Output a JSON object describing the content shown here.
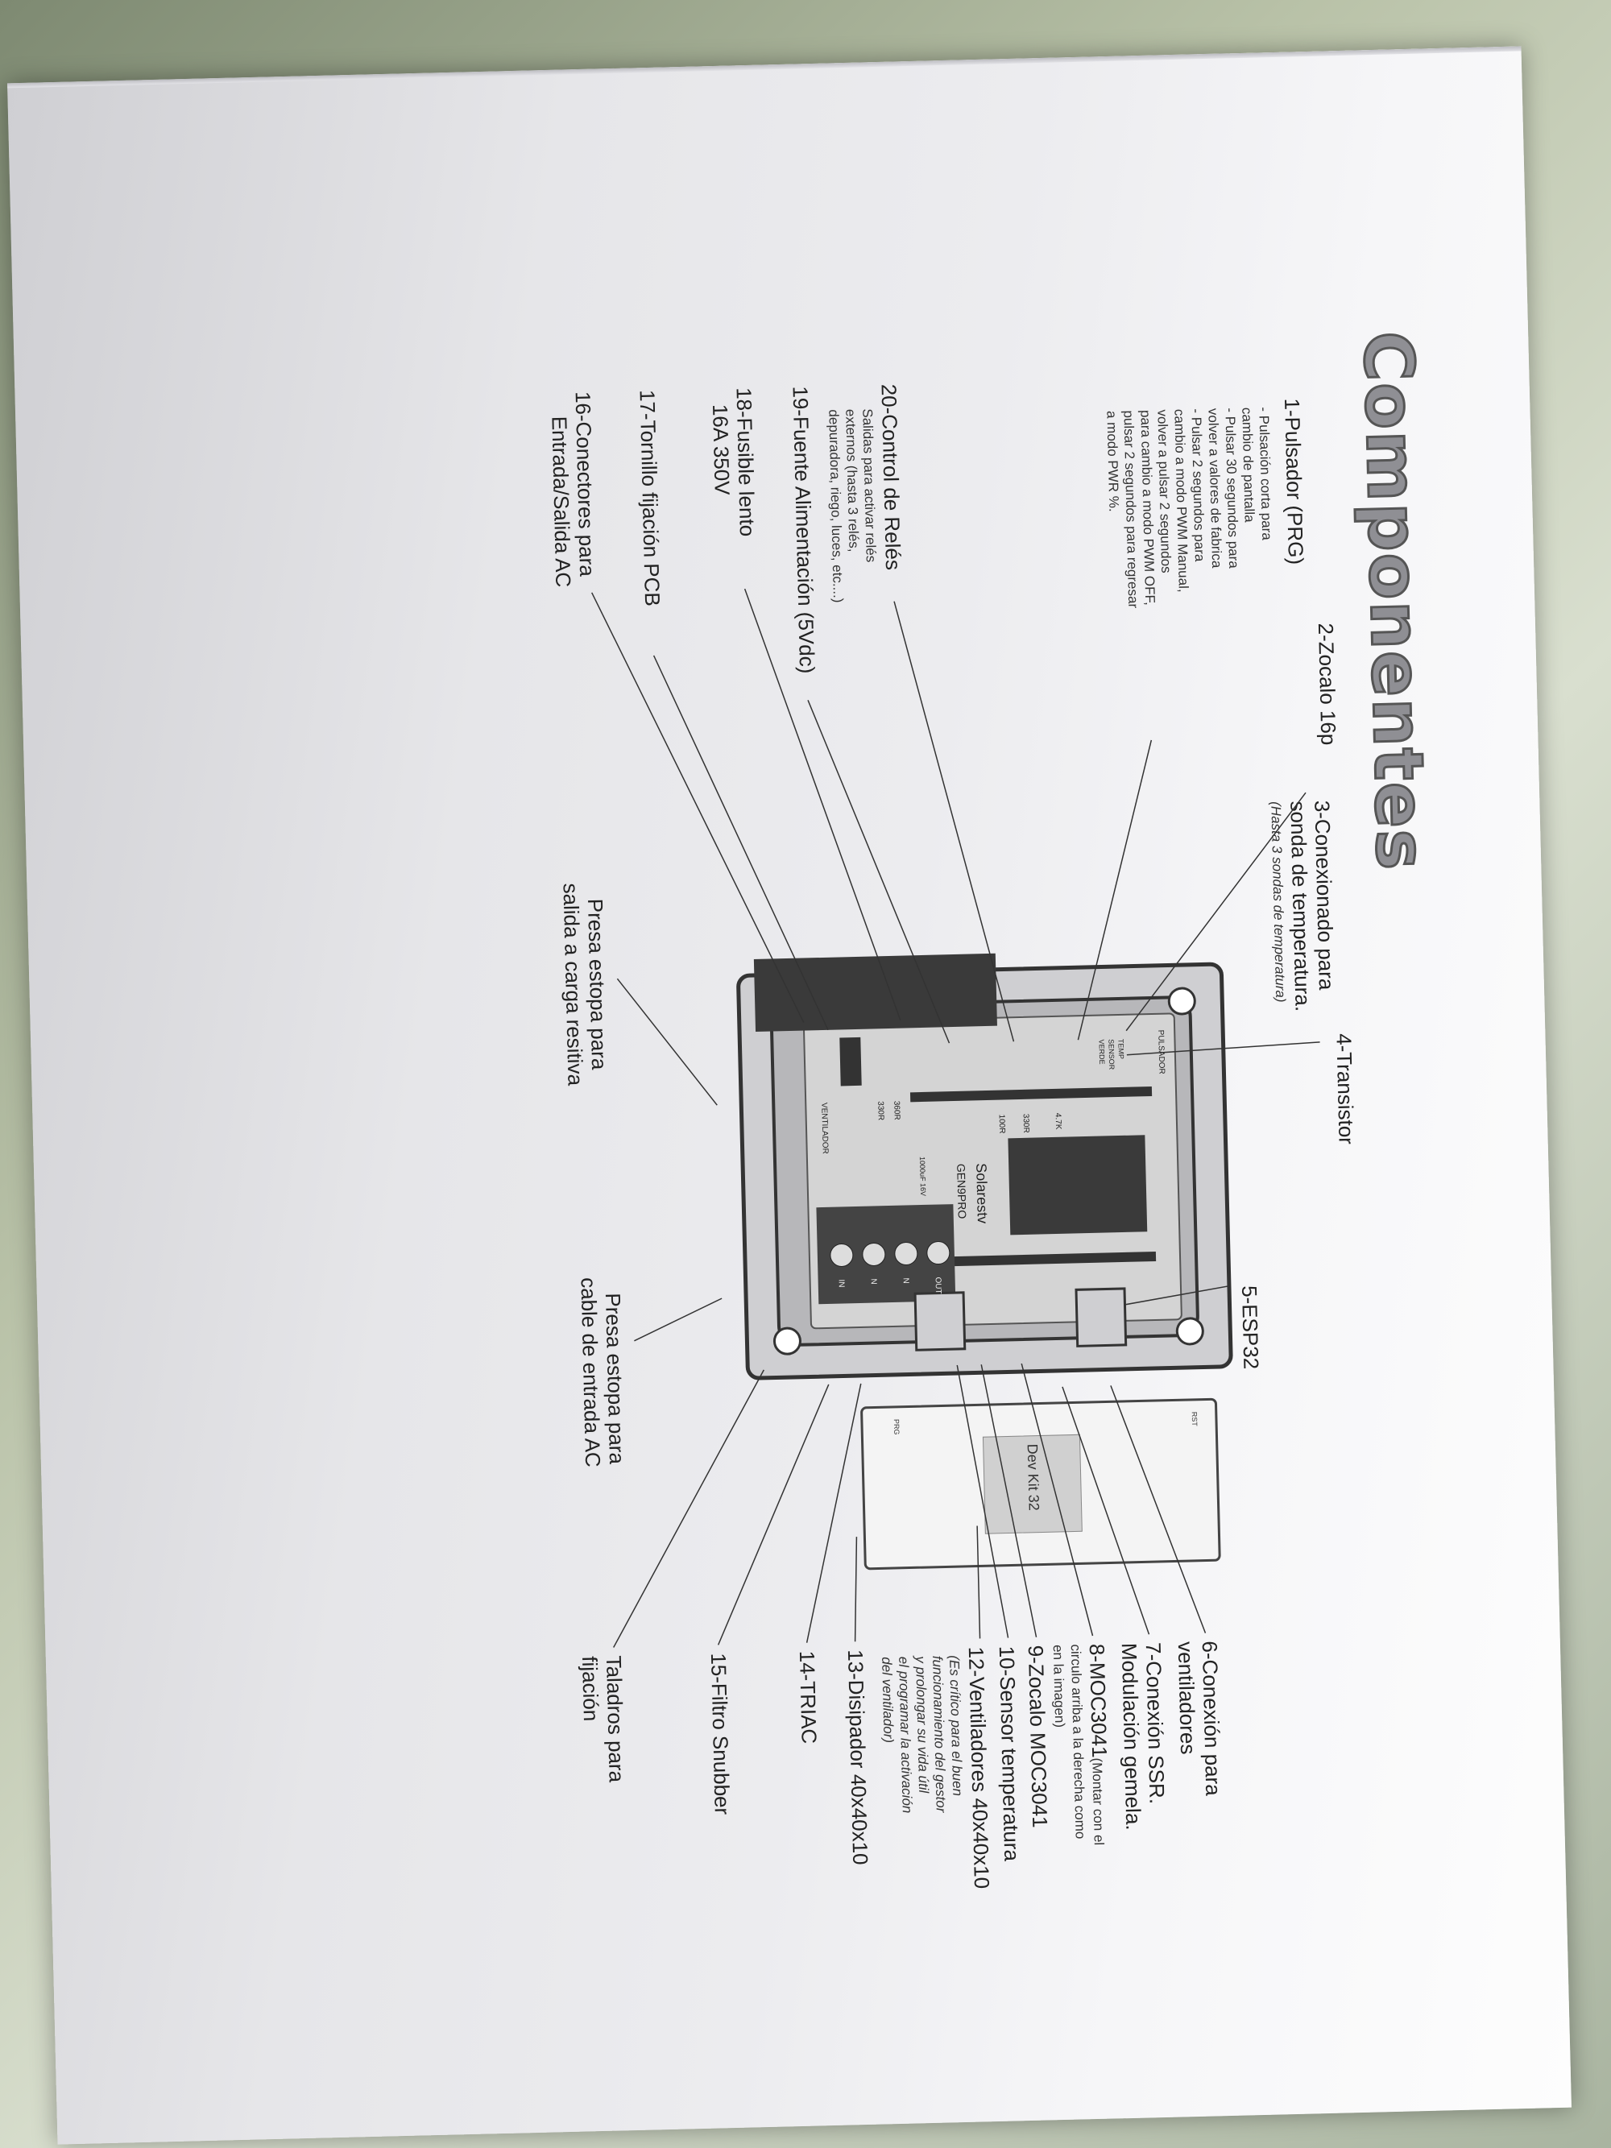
{
  "document": {
    "title": "Componentes",
    "components": [
      {
        "label": "1-Pulsador (PRG)",
        "notes": [
          "- Pulsación corta para",
          "cambio de pantalla",
          "- Pulsar 30 segundos para",
          "volver a valores de fabrica",
          "- Pulsar 2 segundos para",
          "cambio a modo PWM Manual,",
          "volver a pulsar 2 segundos",
          "para cambio a modo PWM OFF,",
          "pulsar 2 segundos para regresar",
          "a modo PWR %."
        ]
      },
      {
        "label": "2-Zocalo 16p"
      },
      {
        "label": "3-Conexionado para",
        "label2": "sonda de temperatura.",
        "note": "(Hasta 3 sondas de temperatura)"
      },
      {
        "label": "4-Transistor"
      },
      {
        "label": "5-ESP32"
      },
      {
        "label": "6-Conexión para",
        "label2": "ventiladores"
      },
      {
        "label": "7-Conexión SSR.",
        "label2": "Modulación gemela."
      },
      {
        "label": "8-MOC3041",
        "note": "(Montar con el",
        "note2": "circulo arriba a la derecha como",
        "note3": "en la imagen)"
      },
      {
        "label": "9-Zocalo MOC3041"
      },
      {
        "label": "10-Sensor temperatura"
      },
      {
        "label": "12-Ventiladores 40x40x10",
        "notes": [
          "(Es crítico para el buen",
          "funcionamiento del gestor",
          "y prolongar su vida útil",
          "el programar la activación",
          "del ventilador)"
        ]
      },
      {
        "label": "13-Disipador 40x40x10"
      },
      {
        "label": "14-TRIAC"
      },
      {
        "label": "15-Filtro Snubber"
      },
      {
        "label": "Taladros para",
        "label2": "fijación"
      },
      {
        "label": "Presa estopa para",
        "label2": "cable de entrada AC"
      },
      {
        "label": "Presa estopa para",
        "label2": "salida a carga resitiva"
      },
      {
        "label": "16-Conectores para",
        "label2": "Entrada/Salida AC"
      },
      {
        "label": "17-Tornillo fijación PCB"
      },
      {
        "label": "18-Fusible lento",
        "label2": "16A 350V"
      },
      {
        "label": "19-Fuente Alimentación (5Vdc)"
      },
      {
        "label": "20-Control de Relés",
        "notes": [
          "Salidas para activar relés",
          "externos (hasta 3 relés,",
          "depuradora, riego, luces, etc....)"
        ]
      }
    ],
    "board": {
      "brand": "Solarestv",
      "model": "GEN9PRO",
      "silk": [
        "PULSADOR",
        "TEMP",
        "SENSOR",
        "VERDE",
        "4.7K",
        "330R",
        "100R",
        "360R",
        "330R",
        "VENTILADOR",
        "OUT",
        "N",
        "N",
        "IN",
        "1000uF 16V"
      ],
      "module": "Dev Kit 32",
      "module_pins": [
        "RST",
        "PRG"
      ]
    },
    "colors": {
      "ink": "#222222",
      "board": "#d4d4d4",
      "dark": "#3a3a3a"
    }
  }
}
